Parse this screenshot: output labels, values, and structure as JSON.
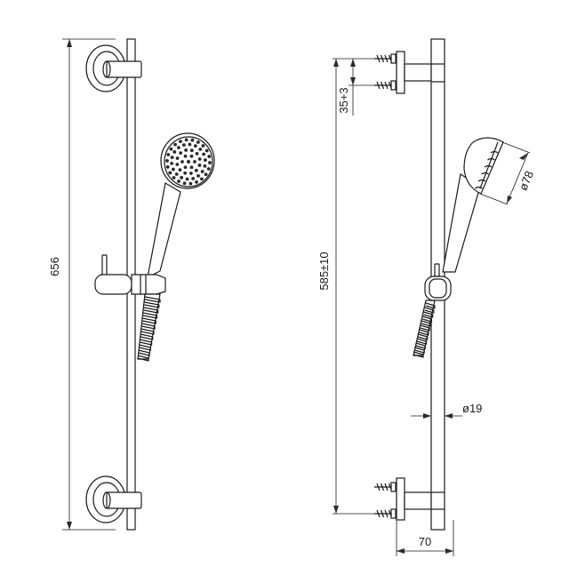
{
  "dimensions": {
    "total_height": "656",
    "bracket_spacing": "585±10",
    "bracket_adjust": "35+3",
    "head_diameter": "ø78",
    "rail_diameter": "ø19",
    "wall_distance": "70"
  }
}
